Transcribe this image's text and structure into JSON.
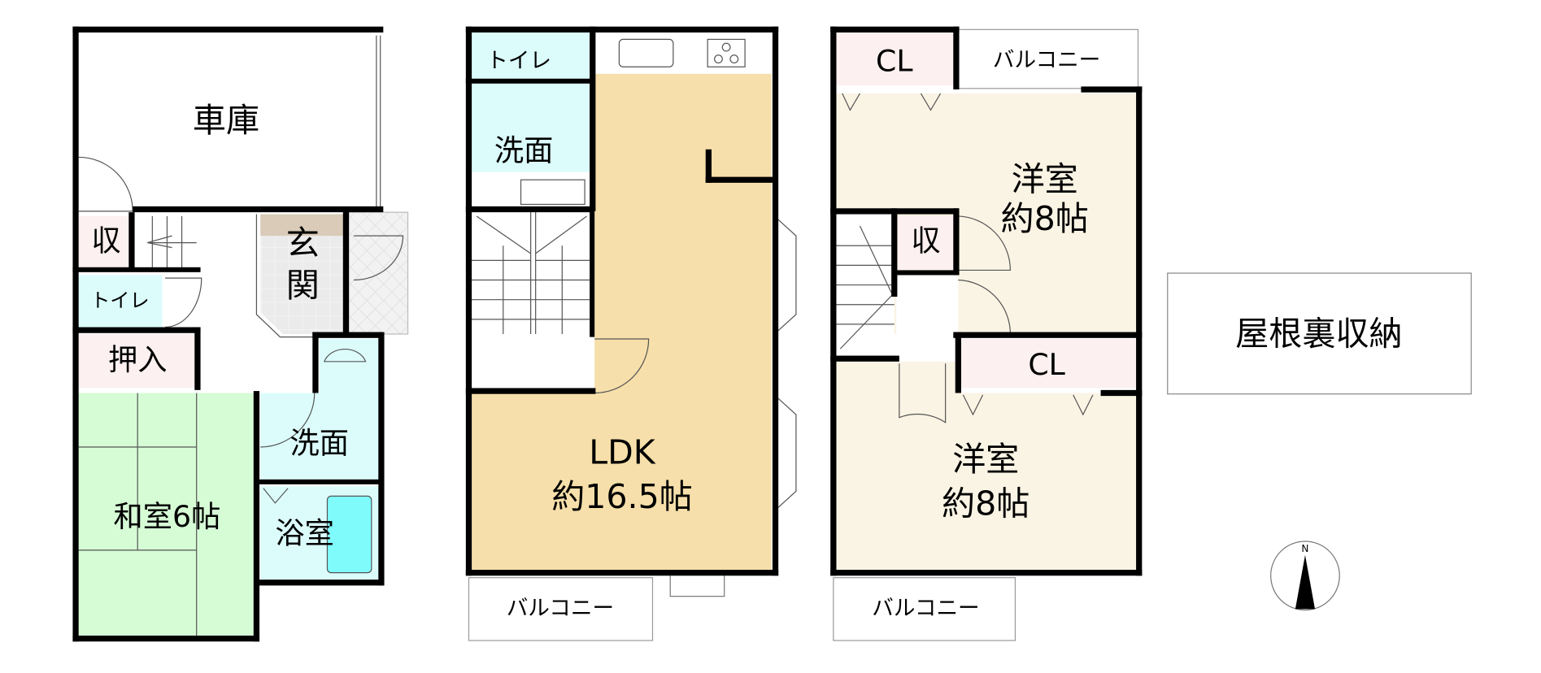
{
  "colors": {
    "wall": "#000000",
    "closet": "#fdf0f0",
    "wet_area": "#dcfcfc",
    "washitsu": "#d6fcd6",
    "ldk": "#f6dfaa",
    "youshitsu": "#faf4e4",
    "genkan": "#ebebeb",
    "genkan_step": "#d9cbb8",
    "bathtub": "#80fbfc"
  },
  "floor1": {
    "garage": "車庫",
    "storage": "収",
    "toilet": "トイレ",
    "closet": "押入",
    "washitsu": "和室6帖",
    "genkan_line1": "玄",
    "genkan_line2": "関",
    "washroom": "洗面",
    "bathroom": "浴室"
  },
  "floor2": {
    "toilet": "トイレ",
    "washroom": "洗面",
    "ldk_line1": "LDK",
    "ldk_line2": "約16.5帖",
    "balcony": "バルコニー"
  },
  "floor3": {
    "closet_top": "CL",
    "balcony_top": "バルコニー",
    "room_top_line1": "洋室",
    "room_top_line2": "約8帖",
    "storage": "収",
    "closet_mid": "CL",
    "room_bottom_line1": "洋室",
    "room_bottom_line2": "約8帖",
    "balcony_bottom": "バルコニー"
  },
  "attic": "屋根裏収納",
  "compass": {
    "label": "N",
    "icon": "north-arrow-icon"
  }
}
